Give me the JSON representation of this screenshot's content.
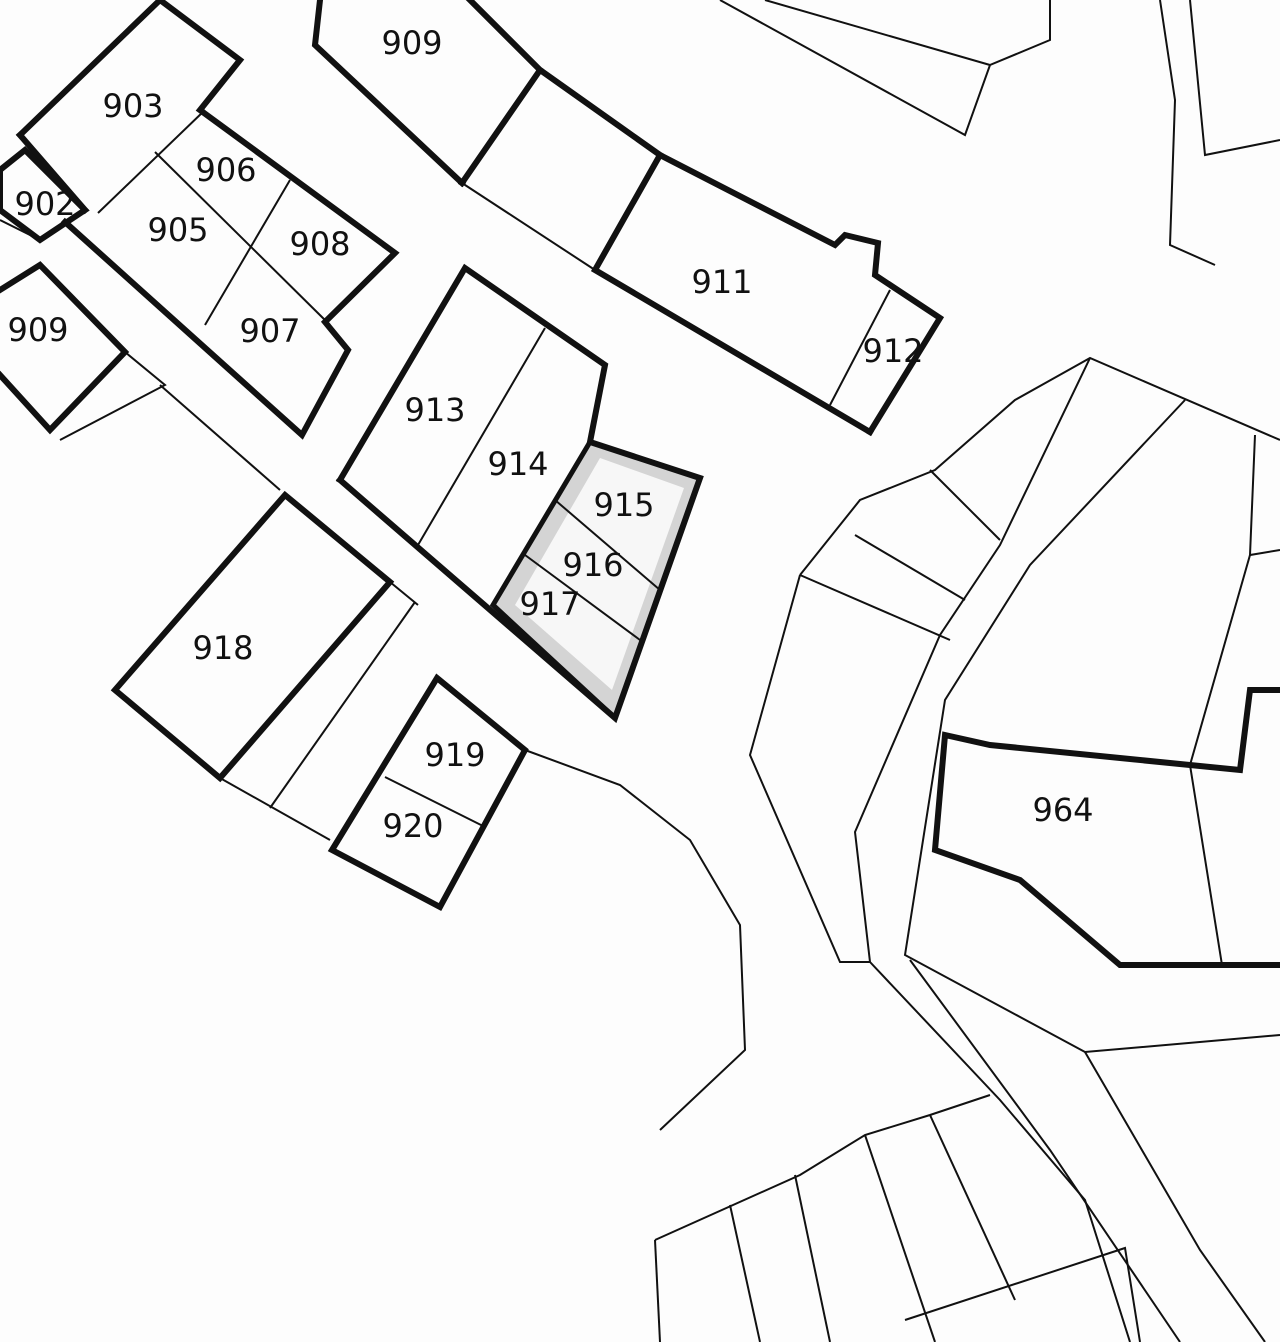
{
  "map": {
    "highlight_color": "#d4d4d4",
    "parcels": {
      "p909_top": "909",
      "p903": "903",
      "p906": "906",
      "p902": "902",
      "p905": "905",
      "p908": "908",
      "p909_left": "909",
      "p907": "907",
      "p913": "913",
      "p914": "914",
      "p915": "915",
      "p916": "916",
      "p917": "917",
      "p911": "911",
      "p912": "912",
      "p918": "918",
      "p919": "919",
      "p920": "920",
      "p964": "964"
    }
  }
}
